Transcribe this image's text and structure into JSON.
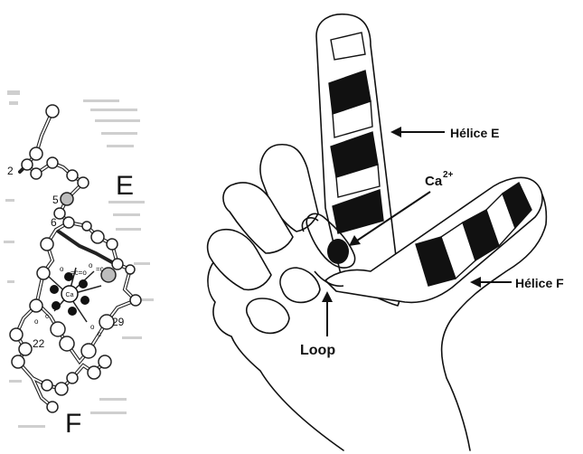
{
  "left_panel": {
    "label_e": "E",
    "label_f": "F",
    "ca_label": "Ca",
    "residue_numbers": [
      "2",
      "5",
      "6",
      "29",
      "22"
    ]
  },
  "right_panel": {
    "helix_e_label": "Hélice E",
    "helix_f_label": "Hélice  F",
    "calcium_label": "Ca",
    "calcium_charge": "2+",
    "loop_label": "Loop"
  },
  "colors": {
    "ink": "#111111",
    "background": "#ffffff",
    "noise": "#c8c8c8"
  }
}
